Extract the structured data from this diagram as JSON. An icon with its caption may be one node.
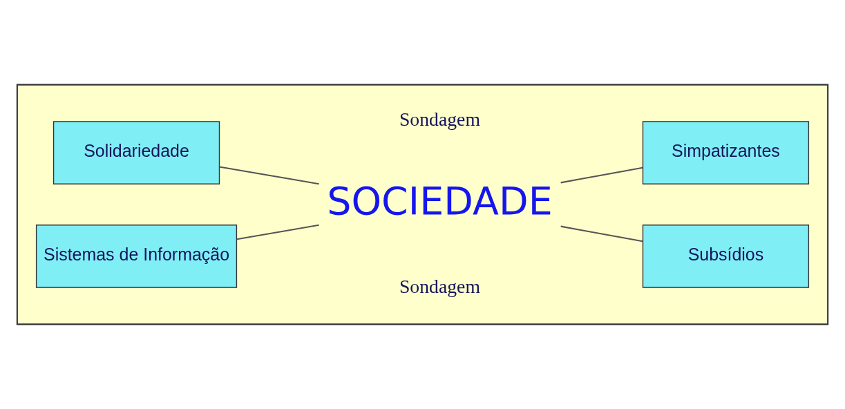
{
  "diagram": {
    "nodes": [
      {
        "text": [],
        "shape": "box"
      },
      {
        "text": [
          "Solidariedade"
        ],
        "in": 0
      },
      {
        "text": [
          "Subsídios"
        ],
        "in": 0
      },
      {
        "text": [
          "SOCIEDADE"
        ],
        "in": 0
      },
      {
        "text": [
          "Simpatizantes"
        ],
        "in": 0
      },
      {
        "text": [
          "Sistemas de Informação"
        ],
        "in": 0
      }
    ],
    "edges": [
      {
        "from": 1,
        "to": 3,
        "arrow": "none"
      },
      {
        "from": 2,
        "to": 3,
        "arrow": "none"
      },
      {
        "from": 4,
        "to": 3,
        "arrow": "none"
      },
      {
        "from": 5,
        "to": 3,
        "arrow": "none"
      }
    ],
    "labels": [
      "Sondagem",
      "Sondagem"
    ]
  }
}
